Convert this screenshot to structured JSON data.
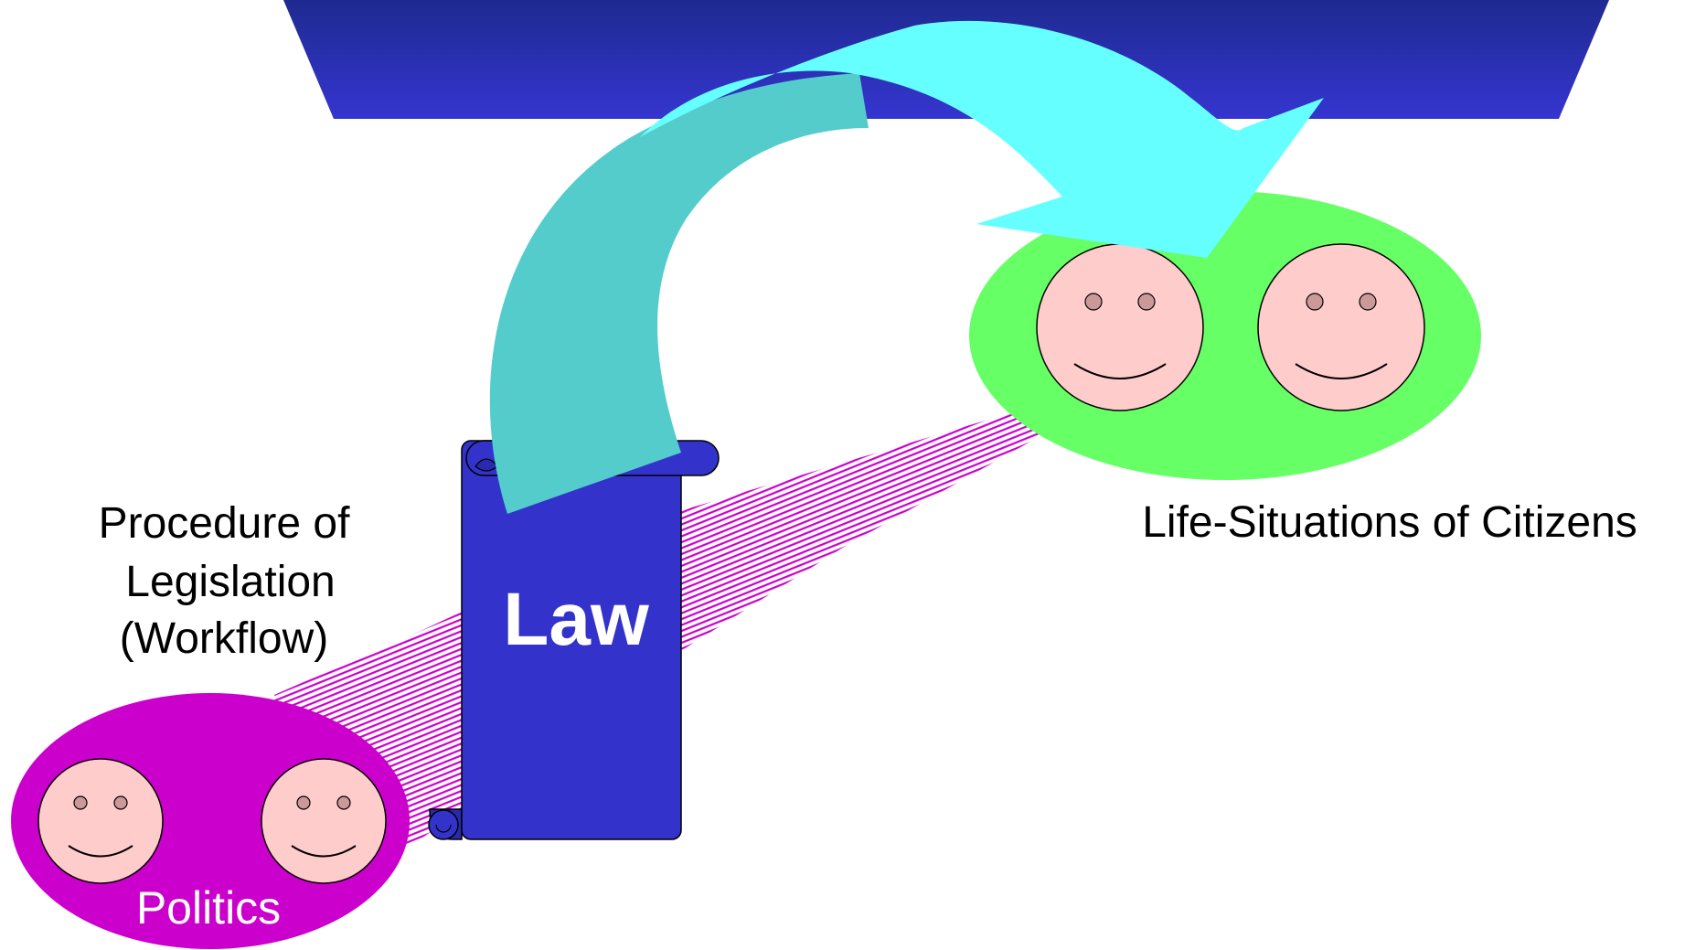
{
  "labels": {
    "procedure_line1": "Procedure of",
    "procedure_line2": "Legislation",
    "procedure_line3": "(Workflow)",
    "citizens": "Life-Situations of Citizens",
    "law": "Law",
    "politics": "Politics"
  },
  "colors": {
    "banner_top": "#1e2a90",
    "banner_bottom": "#3333cc",
    "scroll_fill": "#3333cc",
    "arrow_light": "#66ffff",
    "arrow_dark": "#55cccc",
    "politics_ellipse": "#cc00cc",
    "citizens_ellipse": "#66ff66",
    "face_fill": "#ffcccc",
    "eye_fill": "#cc9999",
    "hatch": "#cc00cc"
  },
  "icons": {
    "face": "smiley-face-icon",
    "scroll": "scroll-icon",
    "arrow": "curved-arrow-icon"
  }
}
